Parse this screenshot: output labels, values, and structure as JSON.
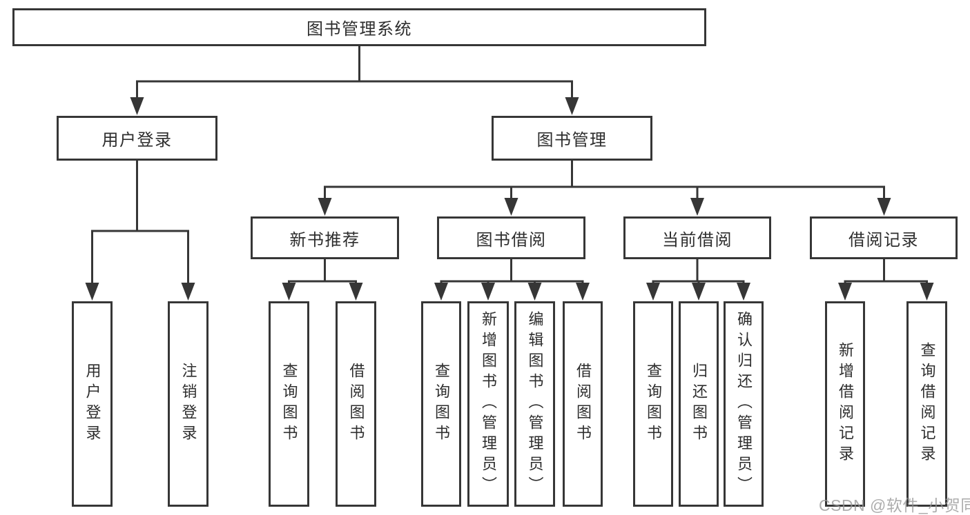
{
  "tree": {
    "root": {
      "label": "图书管理系统"
    },
    "branches": [
      {
        "label": "用户登录",
        "leaves": [
          {
            "label": "用户登录"
          },
          {
            "label": "注销登录"
          }
        ]
      },
      {
        "label": "图书管理",
        "groups": [
          {
            "label": "新书推荐",
            "leaves": [
              {
                "label": "查询图书"
              },
              {
                "label": "借阅图书"
              }
            ]
          },
          {
            "label": "图书借阅",
            "leaves": [
              {
                "label": "查询图书"
              },
              {
                "label": "新增图书（管理员）"
              },
              {
                "label": "编辑图书（管理员）"
              },
              {
                "label": "借阅图书"
              }
            ]
          },
          {
            "label": "当前借阅",
            "leaves": [
              {
                "label": "查询图书"
              },
              {
                "label": "归还图书"
              },
              {
                "label": "确认归还（管理员）"
              }
            ]
          },
          {
            "label": "借阅记录",
            "leaves": [
              {
                "label": "新增借阅记录"
              },
              {
                "label": "查询借阅记录"
              }
            ]
          }
        ]
      }
    ]
  },
  "watermark": {
    "text": "CSDN @软件_小贺同学"
  },
  "colors": {
    "line": "#363636",
    "text": "#2d2d2d",
    "background": "#ffffff",
    "watermark": "#969696"
  }
}
